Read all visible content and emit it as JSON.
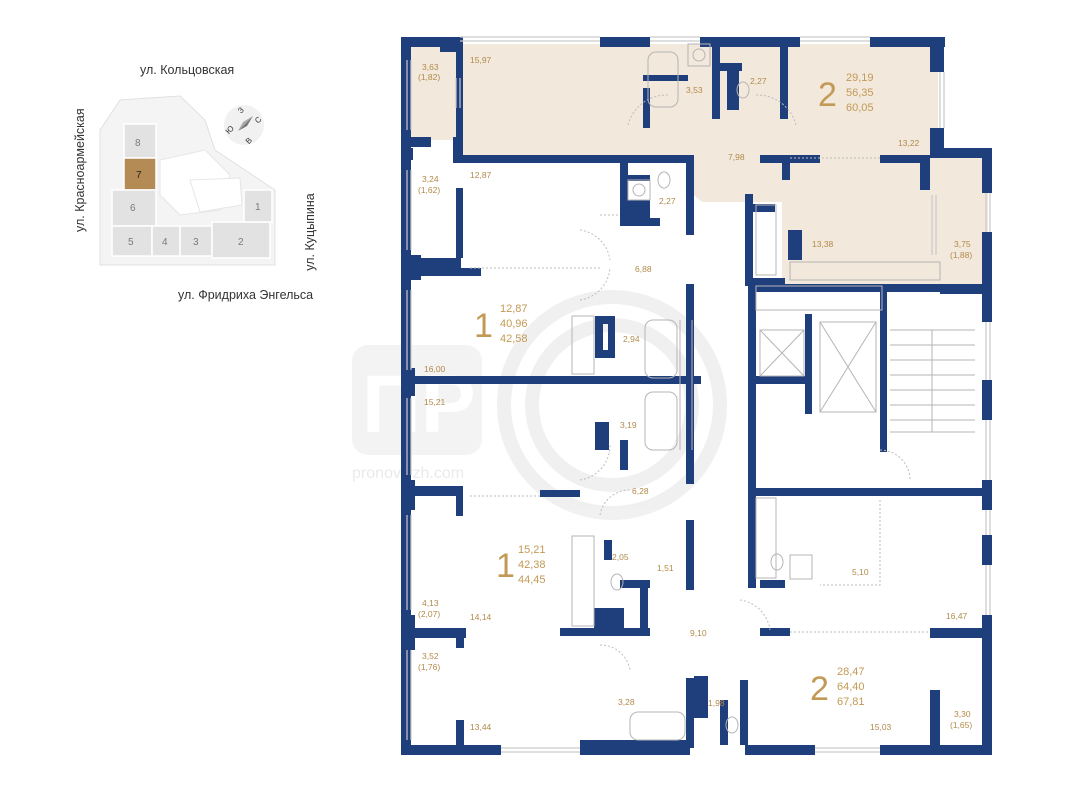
{
  "colors": {
    "wall": "#1f3e7c",
    "highlight_fill": "#f3e8dc",
    "text_gold": "#c29a55",
    "minimap_selected": "#b58b55"
  },
  "streets": {
    "north": "ул. Кольцовская",
    "west": "ул. Красноармейская",
    "east": "ул. Куцыпина",
    "south": "ул. Фридриха Энгельса"
  },
  "compass": {
    "letters": [
      "З",
      "С",
      "В",
      "Ю"
    ]
  },
  "minimap": {
    "selected_section": "7",
    "sections": [
      "8",
      "7",
      "6",
      "5",
      "4",
      "3",
      "2",
      "1"
    ]
  },
  "watermark": {
    "text": "pronovivzh.com"
  },
  "room_areas": [
    {
      "id": "a1",
      "text": "3,63"
    },
    {
      "id": "a1b",
      "text": "(1,82)"
    },
    {
      "id": "a2",
      "text": "15,97"
    },
    {
      "id": "a3",
      "text": "3,53"
    },
    {
      "id": "a4",
      "text": "2,27"
    },
    {
      "id": "a5",
      "text": "7,98"
    },
    {
      "id": "a6",
      "text": "13,22"
    },
    {
      "id": "a7",
      "text": "3,24"
    },
    {
      "id": "a7b",
      "text": "(1,62)"
    },
    {
      "id": "a8",
      "text": "12,87"
    },
    {
      "id": "a9",
      "text": "2,27"
    },
    {
      "id": "a10",
      "text": "13,38"
    },
    {
      "id": "a11",
      "text": "3,75"
    },
    {
      "id": "a11b",
      "text": "(1,88)"
    },
    {
      "id": "a12",
      "text": "6,88"
    },
    {
      "id": "a13",
      "text": "2,94"
    },
    {
      "id": "a14",
      "text": "16,00"
    },
    {
      "id": "a15",
      "text": "15,21"
    },
    {
      "id": "a16",
      "text": "3,19"
    },
    {
      "id": "a17",
      "text": "6,28"
    },
    {
      "id": "a18",
      "text": "2,05"
    },
    {
      "id": "a19",
      "text": "1,51"
    },
    {
      "id": "a20",
      "text": "5,10"
    },
    {
      "id": "a21",
      "text": "4,13"
    },
    {
      "id": "a21b",
      "text": "(2,07)"
    },
    {
      "id": "a22",
      "text": "14,14"
    },
    {
      "id": "a23",
      "text": "9,10"
    },
    {
      "id": "a24",
      "text": "16,47"
    },
    {
      "id": "a25",
      "text": "3,52"
    },
    {
      "id": "a25b",
      "text": "(1,76)"
    },
    {
      "id": "a26",
      "text": "3,28"
    },
    {
      "id": "a27",
      "text": "1,98"
    },
    {
      "id": "a28",
      "text": "13,44"
    },
    {
      "id": "a29",
      "text": "15,03"
    },
    {
      "id": "a30",
      "text": "3,30"
    },
    {
      "id": "a30b",
      "text": "(1,65)"
    }
  ],
  "apartments": [
    {
      "id": "apt-top",
      "rooms": "2",
      "living": "29,19",
      "total": "56,35",
      "total_balcony": "60,05"
    },
    {
      "id": "apt-mid1",
      "rooms": "1",
      "living": "12,87",
      "total": "40,96",
      "total_balcony": "42,58"
    },
    {
      "id": "apt-mid2",
      "rooms": "1",
      "living": "15,21",
      "total": "42,38",
      "total_balcony": "44,45"
    },
    {
      "id": "apt-bottom",
      "rooms": "2",
      "living": "28,47",
      "total": "64,40",
      "total_balcony": "67,81"
    }
  ]
}
